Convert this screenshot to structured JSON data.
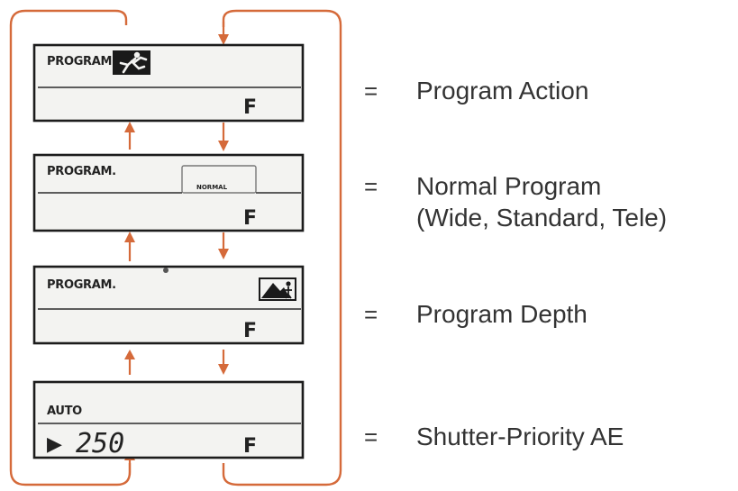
{
  "lcd": {
    "program_action": {
      "mode": "PROGRAM.",
      "f": "F"
    },
    "normal_program": {
      "mode": "PROGRAM.",
      "badge": "NORMAL",
      "f": "F"
    },
    "program_depth": {
      "mode": "PROGRAM.",
      "f": "F"
    },
    "shutter_priority": {
      "mode": "AUTO",
      "indicator": "▶",
      "speed": "250",
      "f": "F"
    }
  },
  "labels": {
    "equals": "=",
    "program_action": "Program Action",
    "normal_program_line1": "Normal Program",
    "normal_program_line2": "(Wide, Standard, Tele)",
    "program_depth": "Program Depth",
    "shutter_priority": "Shutter-Priority AE"
  },
  "icons": {
    "action": "running-figure-icon",
    "depth": "mountain-figure-icon",
    "flow_arrow": "orange"
  }
}
